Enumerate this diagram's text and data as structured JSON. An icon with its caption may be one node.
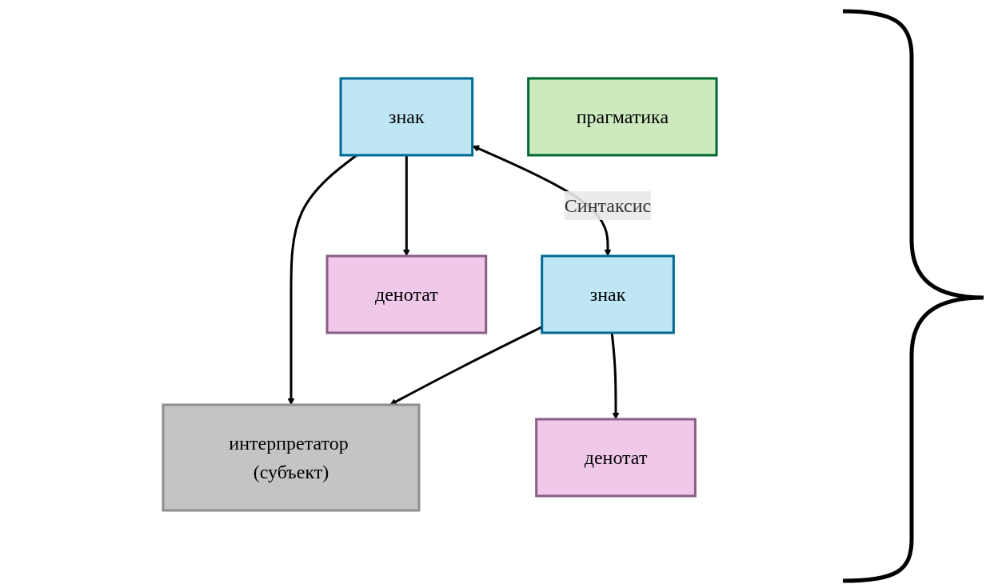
{
  "diagram": {
    "nodes": [
      {
        "text": [
          "интерпретатор (субъект)"
        ]
      },
      {
        "text": [
          "знак"
        ]
      },
      {
        "text": [
          "знак"
        ]
      },
      {
        "text": [
          "прагматика"
        ]
      },
      {
        "text": [
          "денотат"
        ]
      },
      {
        "text": [
          "денотат"
        ]
      }
    ],
    "edges": [
      {
        "from": 1,
        "to": 0,
        "arrow": "to"
      },
      {
        "from": 2,
        "to": 0,
        "arrow": "to"
      },
      {
        "from": 1,
        "to": 2,
        "arrow": "both",
        "label": "Синтаксис"
      },
      {
        "from": 1,
        "to": 4,
        "arrow": "to"
      },
      {
        "from": 2,
        "to": 5,
        "arrow": "to"
      }
    ]
  }
}
